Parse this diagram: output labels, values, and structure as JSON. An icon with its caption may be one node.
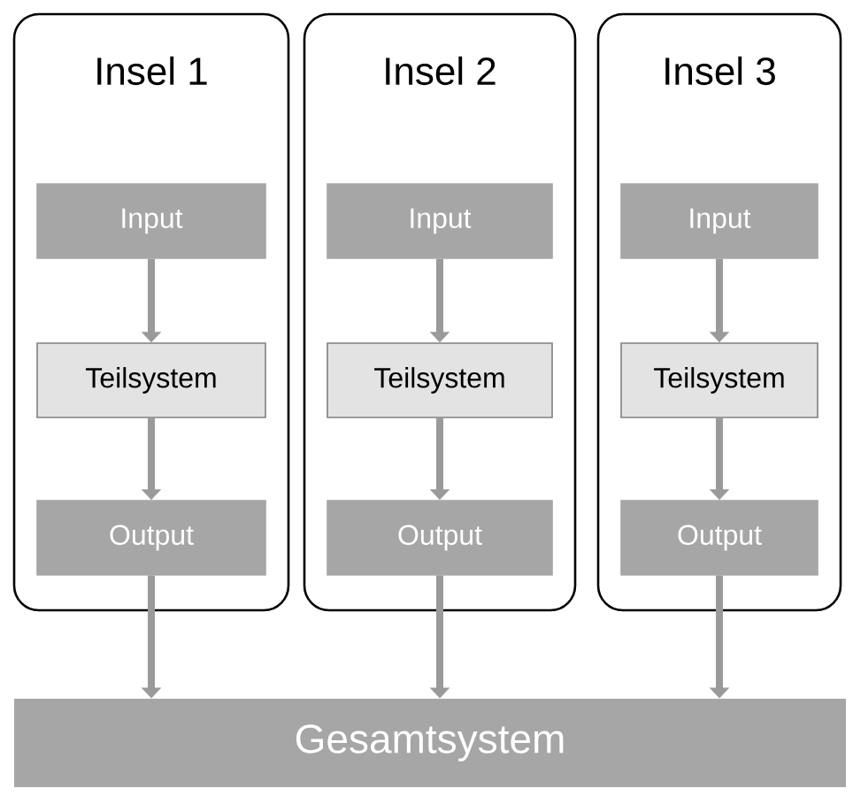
{
  "diagram": {
    "nodes": [
      {
        "text": [
          "Insel 1"
        ]
      },
      {
        "text": [
          "Input"
        ],
        "in": 0
      },
      {
        "text": [
          "Teilsystem"
        ],
        "in": 0
      },
      {
        "text": [
          "Output"
        ],
        "in": 0
      },
      {
        "text": [
          "Insel 2"
        ]
      },
      {
        "text": [
          "Input"
        ],
        "in": 4
      },
      {
        "text": [
          "Teilsystem"
        ],
        "in": 4
      },
      {
        "text": [
          "Output"
        ],
        "in": 4
      },
      {
        "text": [
          "Insel 3"
        ]
      },
      {
        "text": [
          "Input"
        ],
        "in": 8
      },
      {
        "text": [
          "Teilsystem"
        ],
        "in": 8
      },
      {
        "text": [
          "Output"
        ],
        "in": 8
      },
      {
        "text": [
          "Gesamtsystem"
        ]
      }
    ],
    "edges": [
      {
        "from": 1,
        "to": 2,
        "arrow": "to"
      },
      {
        "from": 2,
        "to": 3,
        "arrow": "to"
      },
      {
        "from": 3,
        "to": 12,
        "arrow": "to"
      },
      {
        "from": 5,
        "to": 6,
        "arrow": "to"
      },
      {
        "from": 6,
        "to": 7,
        "arrow": "to"
      },
      {
        "from": 7,
        "to": 12,
        "arrow": "to"
      },
      {
        "from": 9,
        "to": 10,
        "arrow": "to"
      },
      {
        "from": 10,
        "to": 11,
        "arrow": "to"
      },
      {
        "from": 11,
        "to": 12,
        "arrow": "to"
      }
    ]
  }
}
